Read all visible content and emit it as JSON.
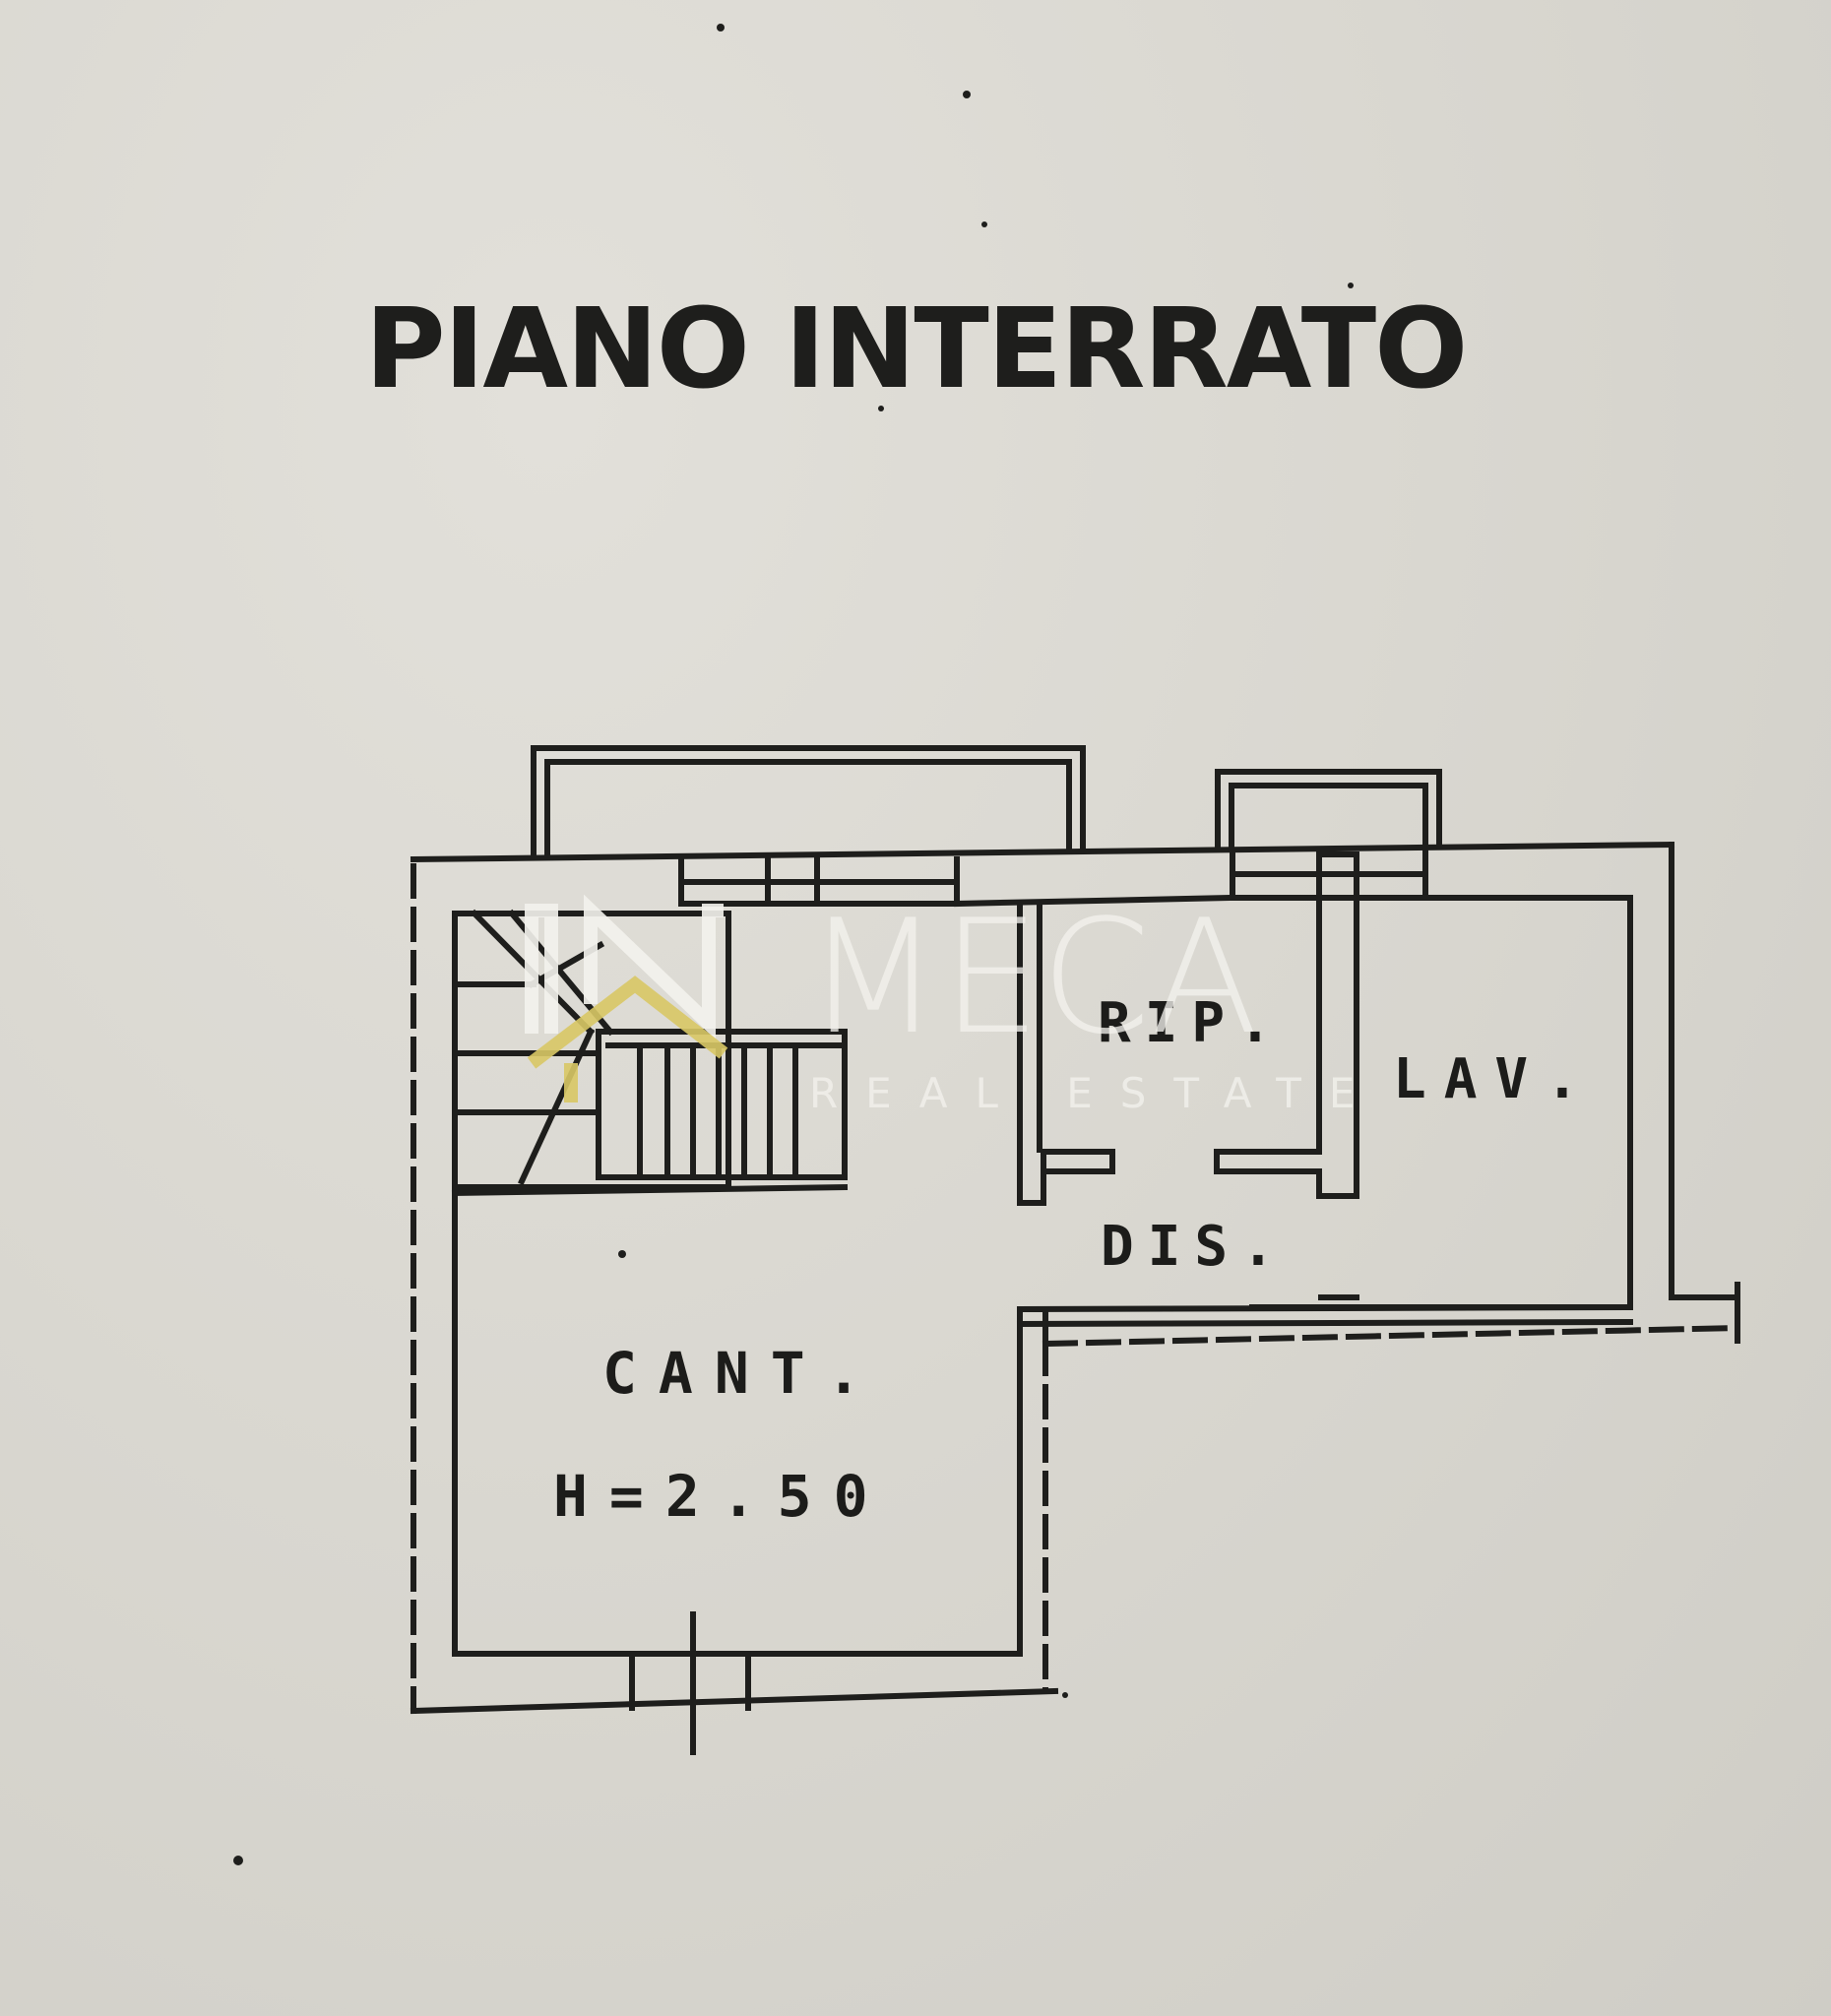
{
  "plan": {
    "title": "PIANO INTERRATO",
    "rooms": {
      "rip": "RIP.",
      "lav": "LAV.",
      "dis": "DIS.",
      "cant": "CANT.",
      "cant_height": "H=2.50"
    }
  },
  "watermark": {
    "brand": "MECA",
    "tagline": "REAL ESTATE",
    "colors": {
      "white": "#f4f3ee",
      "gold": "#d9c866"
    }
  },
  "colors": {
    "paper": "#d9d7d0",
    "ink": "#1e1e1c"
  }
}
